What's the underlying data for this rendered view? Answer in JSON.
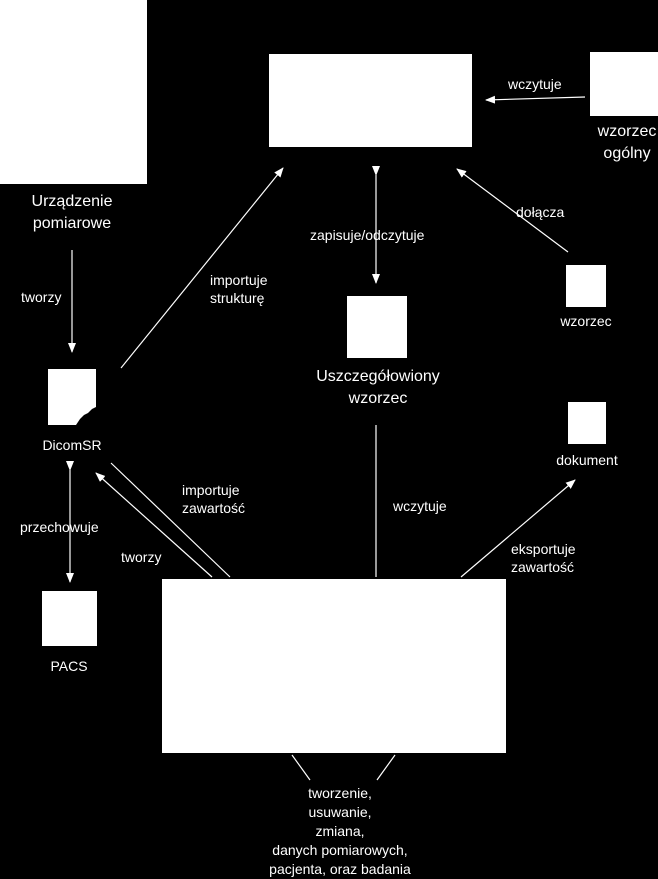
{
  "nodes": {
    "device": {
      "label_l1": "Urządzenie",
      "label_l2": "pomiarowe"
    },
    "dicomsr": {
      "label": "DicomSR"
    },
    "pacs": {
      "label": "PACS"
    },
    "general_template": {
      "label_l1": "wzorzec",
      "label_l2": "ogólny"
    },
    "template": {
      "label": "wzorzec"
    },
    "detailed_template": {
      "label_l1": "Uszczegółowiony",
      "label_l2": "wzorzec"
    },
    "document": {
      "label": "dokument"
    }
  },
  "edges": {
    "creates_device": "tworzy",
    "loads_general": "wczytuje",
    "attaches": "dołącza",
    "save_read": "zapisuje/odczytuje",
    "import_structure_l1": "importuje",
    "import_structure_l2": "strukturę",
    "stores": "przechowuje",
    "import_content_l1": "importuje",
    "import_content_l2": "zawartość",
    "creates_app": "tworzy",
    "loads_detailed": "wczytuje",
    "export_l1": "eksportuje",
    "export_l2": "zawartość"
  },
  "bottom_text": {
    "l1": "tworzenie,",
    "l2": "usuwanie,",
    "l3": "zmiana,",
    "l4": "danych pomiarowych,",
    "l5": "pacjenta, oraz badania"
  }
}
